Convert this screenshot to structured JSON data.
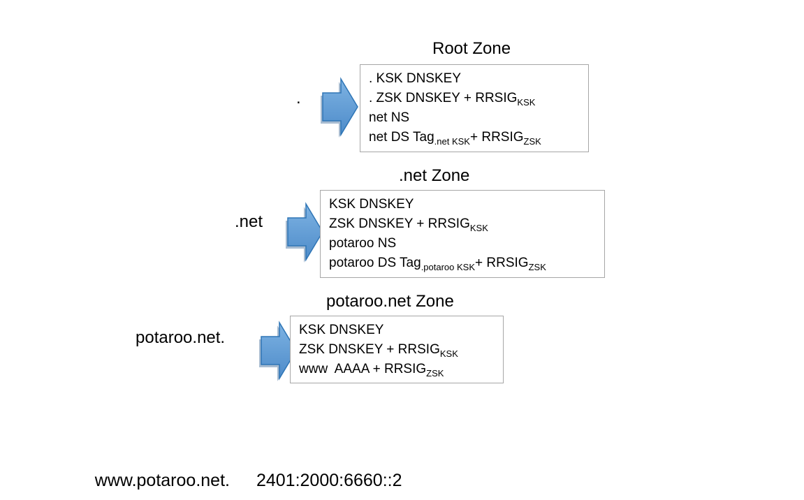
{
  "zones": [
    {
      "title": "Root Zone",
      "label": ".",
      "lines": [
        {
          "t1": ". KSK DNSKEY",
          "s1": "",
          "t2": "",
          "s2": ""
        },
        {
          "t1": ". ZSK DNSKEY + RRSIG",
          "s1": "KSK",
          "t2": "",
          "s2": ""
        },
        {
          "t1": "net NS",
          "s1": "",
          "t2": "",
          "s2": ""
        },
        {
          "t1": "net DS Tag",
          "s1": ".net KSK",
          "t2": "+ RRSIG",
          "s2": "ZSK"
        }
      ]
    },
    {
      "title": ".net Zone",
      "label": ".net",
      "lines": [
        {
          "t1": "KSK DNSKEY",
          "s1": "",
          "t2": "",
          "s2": ""
        },
        {
          "t1": "ZSK DNSKEY + RRSIG",
          "s1": "KSK",
          "t2": "",
          "s2": ""
        },
        {
          "t1": "potaroo NS",
          "s1": "",
          "t2": "",
          "s2": ""
        },
        {
          "t1": "potaroo DS Tag",
          "s1": ".potaroo KSK",
          "t2": "+ RRSIG",
          "s2": "ZSK"
        }
      ]
    },
    {
      "title": "potaroo.net Zone",
      "label": "potaroo.net.",
      "lines": [
        {
          "t1": "KSK DNSKEY",
          "s1": "",
          "t2": "",
          "s2": ""
        },
        {
          "t1": "ZSK DNSKEY + RRSIG",
          "s1": "KSK",
          "t2": "",
          "s2": ""
        },
        {
          "t1": "www  AAAA + RRSIG",
          "s1": "ZSK",
          "t2": "",
          "s2": ""
        }
      ]
    }
  ],
  "footer": {
    "host": "www.potaroo.net.",
    "address": "2401:2000:6660::2"
  },
  "colors": {
    "arrow_fill": "#5B9BD5",
    "arrow_edge": "#2E75B6",
    "box_border": "#A6A6A6",
    "text": "#000000"
  }
}
